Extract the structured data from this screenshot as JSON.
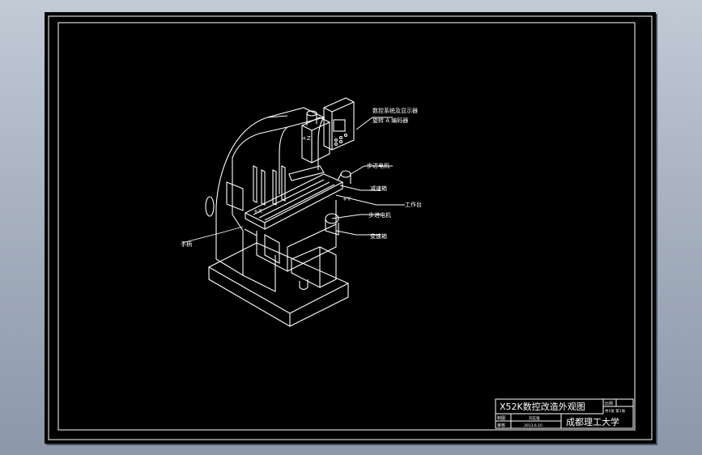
{
  "drawing": {
    "title": "X52K数控改造外观图",
    "school": "成都理工大学",
    "labels": {
      "cnc_system": "数控系统及显示器",
      "encoder": "旋转 A 编码器",
      "stepper_motor_top": "步进电机",
      "reducer_top": "减速箱",
      "worktable": "工作台",
      "stepper_motor_bottom": "步进电机",
      "reducer_bottom": "变速箱",
      "handle": "手柄"
    },
    "axis_labels": {
      "z": "+Z",
      "y": "+Y",
      "x": "+X"
    },
    "title_block": {
      "scale_label": "比例",
      "scale_value": "共1张 第1张",
      "drawn_label": "制图",
      "drawn_value": "刘志强",
      "check_label": "审核",
      "check_value": "2013.6.10"
    },
    "colors": {
      "background": "#000000",
      "line": "#ffffff",
      "app_bg": "#a7b1c0"
    }
  }
}
